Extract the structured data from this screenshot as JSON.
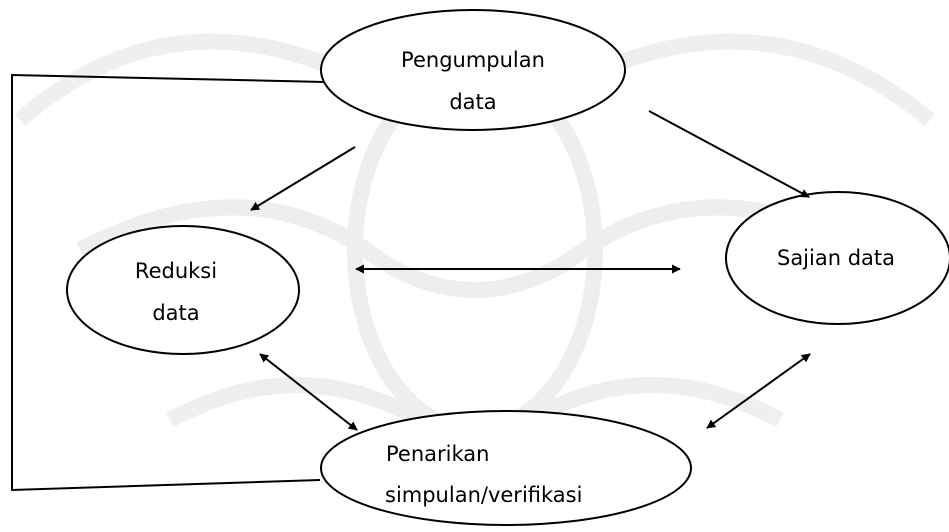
{
  "diagram": {
    "nodes": {
      "pengumpulan": {
        "line1": "Pengumpulan",
        "line2": "data"
      },
      "reduksi": {
        "line1": "Reduksi",
        "line2": "data"
      },
      "sajian": {
        "line1": "Sajian data"
      },
      "penarikan": {
        "line1": "Penarikan",
        "line2": "simpulan/verifikasi"
      }
    },
    "edges": [
      {
        "from": "Pengumpulan data",
        "to": "Reduksi data",
        "direction": "one-way"
      },
      {
        "from": "Pengumpulan data",
        "to": "Sajian data",
        "direction": "one-way"
      },
      {
        "from": "Reduksi data",
        "to": "Sajian data",
        "direction": "two-way"
      },
      {
        "from": "Reduksi data",
        "to": "Penarikan simpulan/verifikasi",
        "direction": "two-way"
      },
      {
        "from": "Sajian data",
        "to": "Penarikan simpulan/verifikasi",
        "direction": "two-way"
      },
      {
        "from": "Penarikan simpulan/verifikasi",
        "to": "Pengumpulan data",
        "direction": "feedback-line"
      }
    ],
    "style": {
      "background": "#ffffff",
      "stroke": "#000000",
      "text": "#000000",
      "watermark": "#c8c8c8"
    }
  }
}
